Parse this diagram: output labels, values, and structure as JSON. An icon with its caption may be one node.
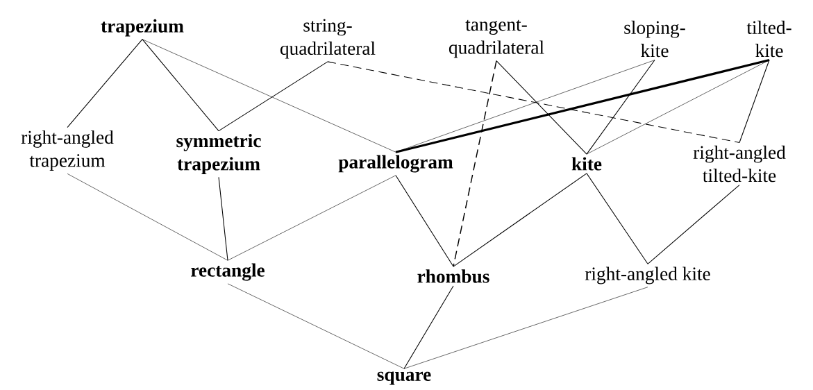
{
  "diagram": {
    "nodes": [
      {
        "text": [
          "trapezium"
        ]
      },
      {
        "text": [
          "string-quadrilateral"
        ]
      },
      {
        "text": [
          "tangent-quadrilateral"
        ]
      },
      {
        "text": [
          "sloping-kite"
        ]
      },
      {
        "text": [
          "tilted-kite"
        ]
      },
      {
        "text": [
          "right-angled trapezium"
        ]
      },
      {
        "text": [
          "symmetric trapezium"
        ]
      },
      {
        "text": [
          "parallelogram"
        ]
      },
      {
        "text": [
          "kite"
        ]
      },
      {
        "text": [
          "right-angled tilted-kite"
        ]
      },
      {
        "text": [
          "rectangle"
        ]
      },
      {
        "text": [
          "rhombus"
        ]
      },
      {
        "text": [
          "right-angled kite"
        ]
      },
      {
        "text": [
          "square"
        ]
      }
    ],
    "edges": [
      {
        "from": 0,
        "to": 5,
        "arrow": "none"
      },
      {
        "from": 0,
        "to": 6,
        "arrow": "none"
      },
      {
        "from": 0,
        "to": 7,
        "arrow": "none"
      },
      {
        "from": 1,
        "to": 6,
        "arrow": "none"
      },
      {
        "from": 1,
        "to": 9,
        "arrow": "none",
        "style": "dashed"
      },
      {
        "from": 2,
        "to": 11,
        "arrow": "none",
        "style": "dashed"
      },
      {
        "from": 2,
        "to": 8,
        "arrow": "none"
      },
      {
        "from": 3,
        "to": 7,
        "arrow": "none"
      },
      {
        "from": 3,
        "to": 8,
        "arrow": "none"
      },
      {
        "from": 4,
        "to": 7,
        "arrow": "none",
        "style": "thick"
      },
      {
        "from": 4,
        "to": 8,
        "arrow": "none"
      },
      {
        "from": 4,
        "to": 9,
        "arrow": "none"
      },
      {
        "from": 5,
        "to": 10,
        "arrow": "none"
      },
      {
        "from": 6,
        "to": 10,
        "arrow": "none"
      },
      {
        "from": 7,
        "to": 10,
        "arrow": "none"
      },
      {
        "from": 7,
        "to": 11,
        "arrow": "none"
      },
      {
        "from": 8,
        "to": 11,
        "arrow": "none"
      },
      {
        "from": 8,
        "to": 12,
        "arrow": "none"
      },
      {
        "from": 9,
        "to": 12,
        "arrow": "none"
      },
      {
        "from": 10,
        "to": 13,
        "arrow": "none"
      },
      {
        "from": 11,
        "to": 13,
        "arrow": "none"
      },
      {
        "from": 12,
        "to": 13,
        "arrow": "none"
      }
    ]
  }
}
